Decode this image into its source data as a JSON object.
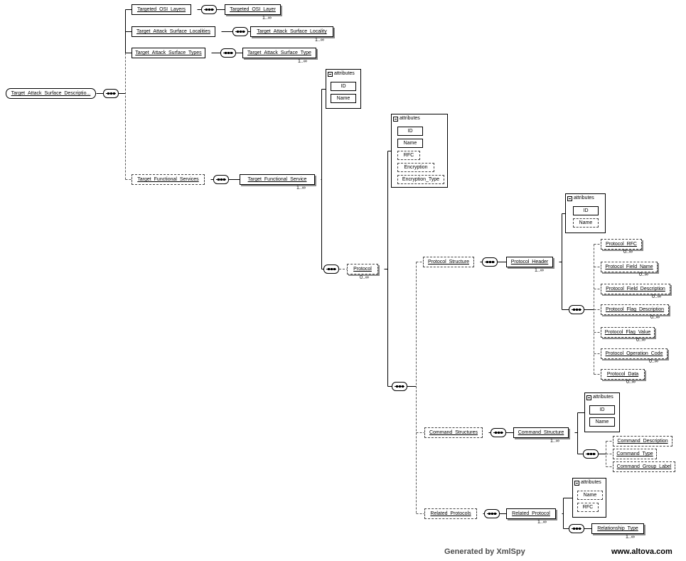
{
  "diagram": {
    "nodes": {
      "root": {
        "label": "Target_Attack_Surface_Descriptio..."
      },
      "targeted_osi_layers": {
        "label": "Targeted_OSI_Layers"
      },
      "targeted_osi_layer": {
        "label": "Targeted_OSI_Layer",
        "occurs": "1..∞"
      },
      "target_attack_surface_localities": {
        "label": "Target_Attack_Surface_Localities"
      },
      "target_attack_surface_locality": {
        "label": "Target_Attack_Surface_Locality",
        "occurs": "1..∞"
      },
      "target_attack_surface_types": {
        "label": "Target_Attack_Surface_Types"
      },
      "target_attack_surface_type": {
        "label": "Target_Attack_Surface_Type",
        "occurs": "1..∞"
      },
      "target_functional_services": {
        "label": "Target_Functional_Services"
      },
      "target_functional_service": {
        "label": "Target_Functional_Service",
        "occurs": "1..∞"
      },
      "protocol": {
        "label": "Protocol",
        "occurs": "0..∞"
      },
      "protocol_structure": {
        "label": "Protocol_Structure"
      },
      "protocol_header": {
        "label": "Protocol_Header",
        "occurs": "1..∞"
      },
      "protocol_rfc": {
        "label": "Protocol_RFC",
        "occurs": "0..∞"
      },
      "protocol_field_name": {
        "label": "Protocol_Field_Name",
        "occurs": "0..∞"
      },
      "protocol_field_description": {
        "label": "Protocol_Field_Description",
        "occurs": "0..∞"
      },
      "protocol_flag_description": {
        "label": "Protocol_Flag_Description",
        "occurs": "0..∞"
      },
      "protocol_flag_value": {
        "label": "Protocol_Flag_Value",
        "occurs": "0..∞"
      },
      "protocol_operation_code": {
        "label": "Protocol_Operation_Code",
        "occurs": "0..∞"
      },
      "protocol_data": {
        "label": "Protocol_Data",
        "occurs": "0..∞"
      },
      "command_structures": {
        "label": "Command_Structures"
      },
      "command_structure": {
        "label": "Command_Structure",
        "occurs": "1..∞"
      },
      "command_description": {
        "label": "Command_Description"
      },
      "command_type": {
        "label": "Command_Type"
      },
      "command_group_label": {
        "label": "Command_Group_Label"
      },
      "related_protocols": {
        "label": "Related_Protocols"
      },
      "related_protocol": {
        "label": "Related_Protocol",
        "occurs": "1..∞"
      },
      "relationship_type": {
        "label": "Relationship_Type",
        "occurs": "1..∞"
      }
    },
    "attr_groups": {
      "target_functional_service": {
        "title": "attributes",
        "attrs": [
          "ID",
          "Name"
        ]
      },
      "protocol": {
        "title": "attributes",
        "attrs": [
          "ID",
          "Name",
          "RFC",
          "Encryption",
          "Encryption_Type"
        ]
      },
      "protocol_header": {
        "title": "attributes",
        "attrs": [
          "ID",
          "Name"
        ]
      },
      "command_structure": {
        "title": "attributes",
        "attrs": [
          "ID",
          "Name"
        ]
      },
      "related_protocol": {
        "title": "attributes",
        "attrs": [
          "Name",
          "RFC"
        ]
      }
    }
  },
  "footer": {
    "generated_by": "Generated by XmlSpy",
    "website": "www.altova.com"
  }
}
